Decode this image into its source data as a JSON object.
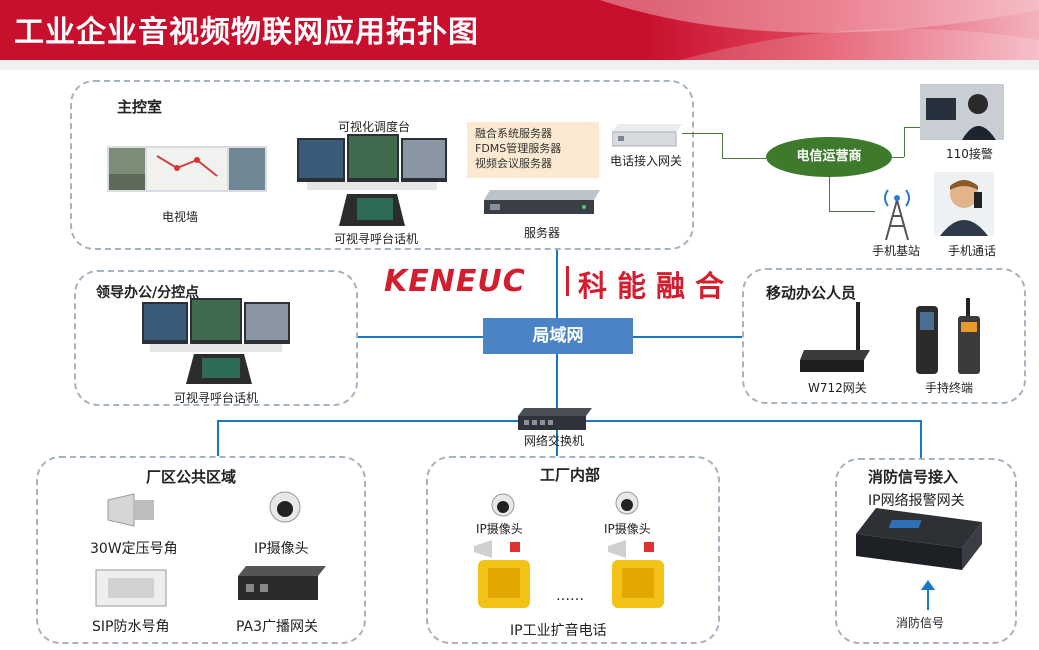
{
  "title": "工业企业音视频物联网应用拓扑图",
  "brand": {
    "latin": "KENEUC",
    "cn": "科能融合"
  },
  "zones": {
    "main_control": {
      "title": "主控室",
      "tv_wall": "电视墙",
      "dispatch_desk": "可视化调度台",
      "video_phone": "可视寻呼台话机",
      "servers": [
        "融合系统服务器",
        "FDMS管理服务器",
        "视频会议服务器"
      ],
      "server_label": "服务器",
      "phone_gateway": "电话接入网关"
    },
    "leader": {
      "title": "领导办公/分控点",
      "video_phone": "可视寻呼台话机"
    },
    "mobile": {
      "title": "移动办公人员",
      "w712": "W712网关",
      "handheld": "手持终端"
    },
    "plant_public": {
      "title": "厂区公共区域",
      "horn30w": "30W定压号角",
      "ip_camera": "IP摄像头",
      "sip_horn": "SIP防水号角",
      "pa3": "PA3广播网关"
    },
    "factory": {
      "title": "工厂内部",
      "camera1": "IP摄像头",
      "camera2": "IP摄像头",
      "dots": "……",
      "phone": "IP工业扩音电话"
    },
    "fire": {
      "title": "消防信号接入",
      "subtitle": "IP网络报警网关",
      "signal": "消防信号"
    }
  },
  "telecom": "电信运营商",
  "police": "110接警",
  "base_station": "手机基站",
  "mobile_call": "手机通话",
  "lan": "局域网",
  "switch": "网络交换机",
  "colors": {
    "red": "#c8102e",
    "blue": "#1a78c2",
    "lan": "#4b83c5",
    "green": "#3e7a2b"
  }
}
